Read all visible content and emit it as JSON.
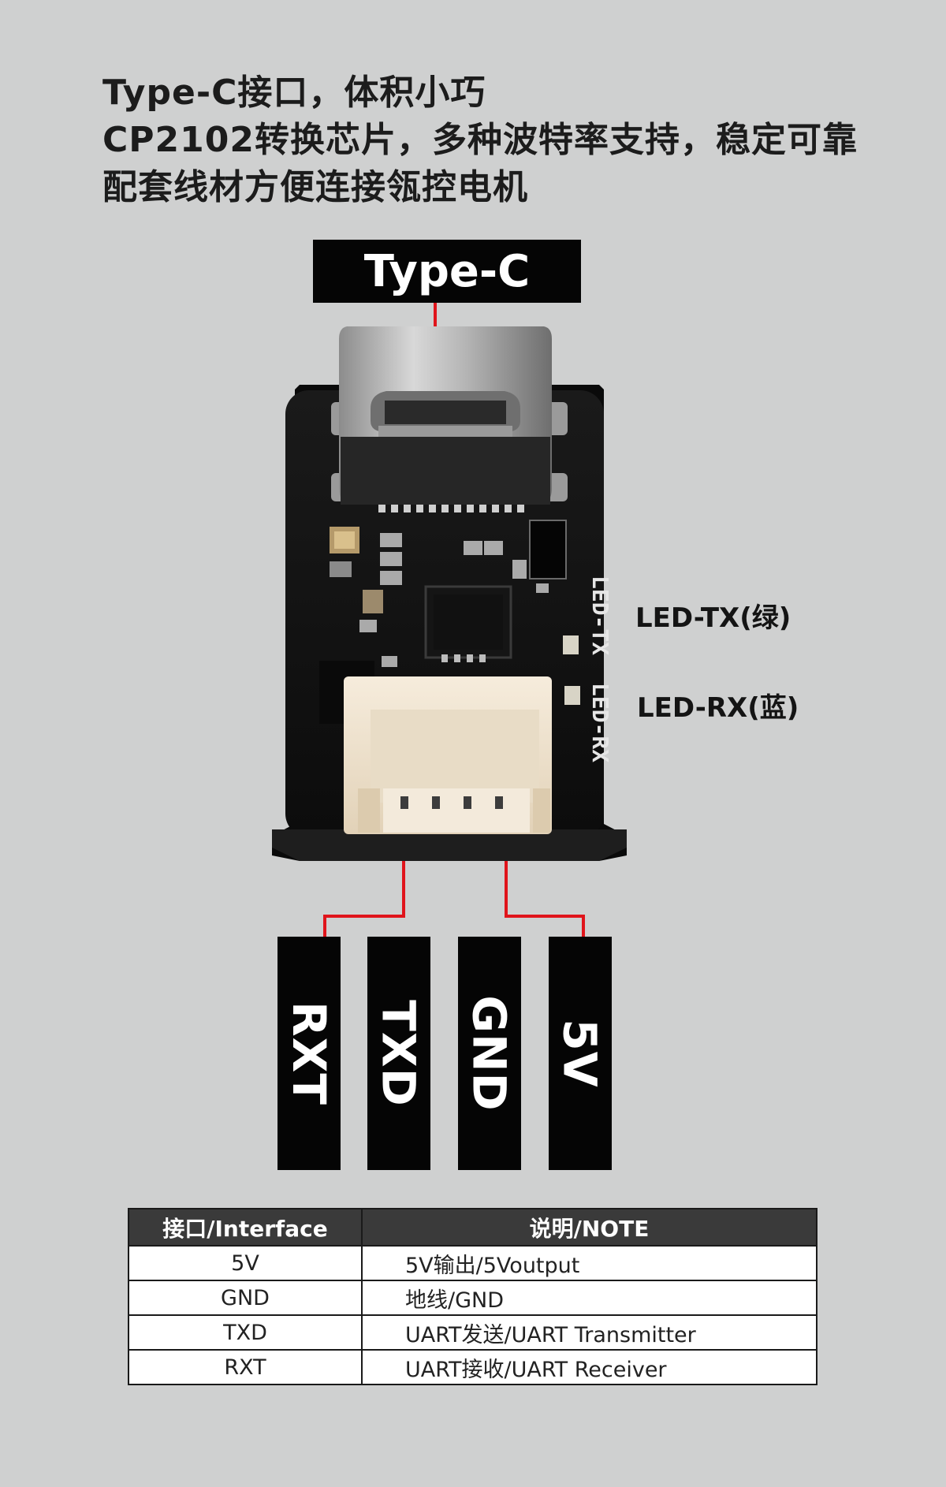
{
  "headline": {
    "line1": "Type-C接口，体积小巧",
    "line2": "CP2102转换芯片，多种波特率支持，稳定可靠",
    "line3": "配套线材方便连接瓴控电机"
  },
  "callouts": {
    "type_c": "Type-C",
    "led_tx": "LED-TX(绿)",
    "led_rx": "LED-RX(蓝)"
  },
  "board": {
    "silk_tx": "LED-TX",
    "silk_rx": "LED-RX"
  },
  "pins": [
    "RXT",
    "TXD",
    "GND",
    "5V"
  ],
  "table": {
    "headers": [
      "接口/Interface",
      "说明/NOTE"
    ],
    "rows": [
      [
        "5V",
        "5V输出/5Voutput"
      ],
      [
        "GND",
        "地线/GND"
      ],
      [
        "TXD",
        "UART发送/UART Transmitter"
      ],
      [
        "RXT",
        "UART接收/UART Receiver"
      ]
    ]
  },
  "colors": {
    "background": "#cfd0d0",
    "label_box": "#050505",
    "leader_line": "#e0141b",
    "pcb": "#101010",
    "connector": "#efe3cf",
    "table_header": "#3a3a3a"
  }
}
